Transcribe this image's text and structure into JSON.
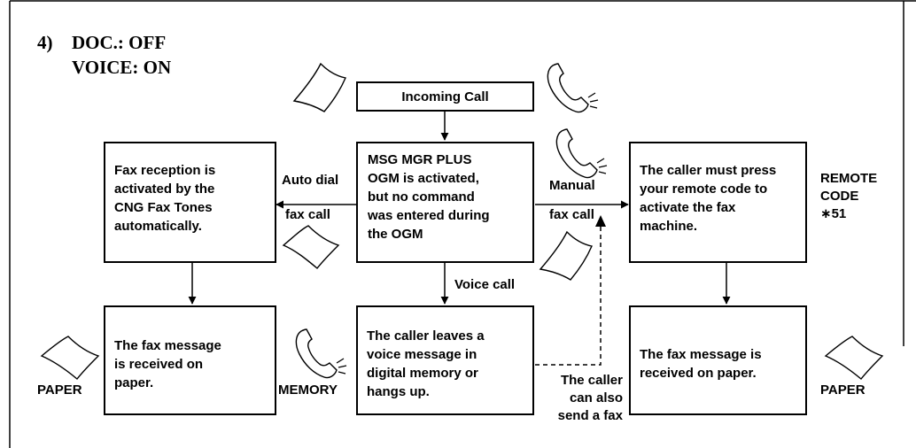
{
  "heading": {
    "number": "4)",
    "doc_line": "DOC.: OFF",
    "voice_line": "VOICE: ON"
  },
  "boxes": {
    "incoming_call": "Incoming Call",
    "msg_mgr": "MSG MGR PLUS\nOGM is activated,\nbut no command\nwas entered during\nthe OGM",
    "fax_reception": "Fax reception is\nactivated by the\nCNG Fax Tones\nautomatically.",
    "caller_must_press": "The caller must press\nyour remote code to\nactivate the fax\nmachine.",
    "fax_received_left": "The fax message\nis received on\npaper.",
    "caller_leaves": "The caller leaves a\nvoice message in\ndigital memory or\nhangs up.",
    "fax_received_right": "The fax message is\nreceived on paper."
  },
  "labels": {
    "auto_dial": "Auto dial",
    "auto_fax_call": "fax call",
    "manual": "Manual",
    "manual_fax_call": "fax call",
    "voice_call": "Voice call",
    "remote_code": "REMOTE\nCODE\n∗51",
    "paper_left": "PAPER",
    "memory": "MEMORY",
    "paper_right": "PAPER",
    "caller_also_fax": "The caller\ncan also\nsend a fax"
  },
  "icons": [
    "paper-icon",
    "phone-handset-icon",
    "memory-icon"
  ]
}
